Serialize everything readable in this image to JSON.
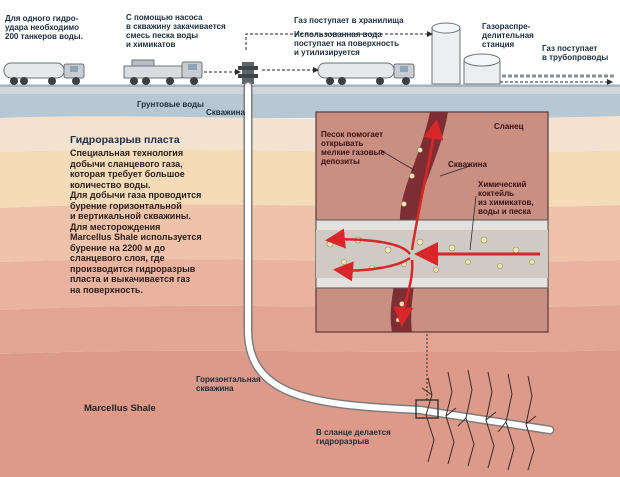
{
  "labels": {
    "tankers_note": "Для одного гидро-\nудара необходимо\n200 танкеров воды.",
    "pump_note": "С помощью насоса\nв скважину закачивается\nсмесь песка воды\nи химикатов",
    "gas_storage": "Газ поступает в хранилища",
    "water_surface": "Использованная вода\nпоступает на поверхность\nи утилизируется",
    "distribution_station": "Газораспре-\nделительная\nстанция",
    "gas_pipeline": "Газ поступает\nв трубопроводы",
    "groundwater": "Грунтовые воды",
    "well_top": "Скважина",
    "fracking_title": "Гидроразрыв пласта",
    "fracking_text": "Специальная технология\nдобычи сланцевого газа,\nкоторая требует большое\nколичество воды.\nДля добычи газа проводится\nбурение горизонтальной\nи вертикальной скважины.\nДля месторождения\nMarcellus Shale используется\nбурение на 2200 м до\nсланцевого слоя, где\nпроизводится гидроразрыв\nпласта и выкачивается газ\nна поверхность.",
    "sand_note": "Песок помогает\nоткрывать\nмелкие газовые\nдепозиты",
    "shale": "Сланец",
    "well_inset": "Скважина",
    "chemical_note": "Химический\nкоктейль\nиз химикатов,\nводы и песка",
    "horizontal_well": "Горизонтальная\nскважина",
    "marcellus_shale": "Marcellus Shale",
    "fracking_note": "В сланце делается\nгидроразрыв"
  },
  "colors": {
    "sky": "#ffffff",
    "surface": "#cfd6de",
    "groundwater": "#b8c7d4",
    "layer_1": "#f2e2cf",
    "layer_2": "#f4dcb9",
    "layer_3": "#eec3aa",
    "layer_4": "#e9b3a0",
    "layer_5": "#e3a593",
    "shale_layer": "#dd9a88",
    "inset_bg": "#c98f83",
    "fissure": "#7e2e32",
    "arrow_red": "#d9262a",
    "pipe": "#ffffff",
    "pipe_outline": "#7d7d7d",
    "label_blue": "#1f2f48"
  }
}
